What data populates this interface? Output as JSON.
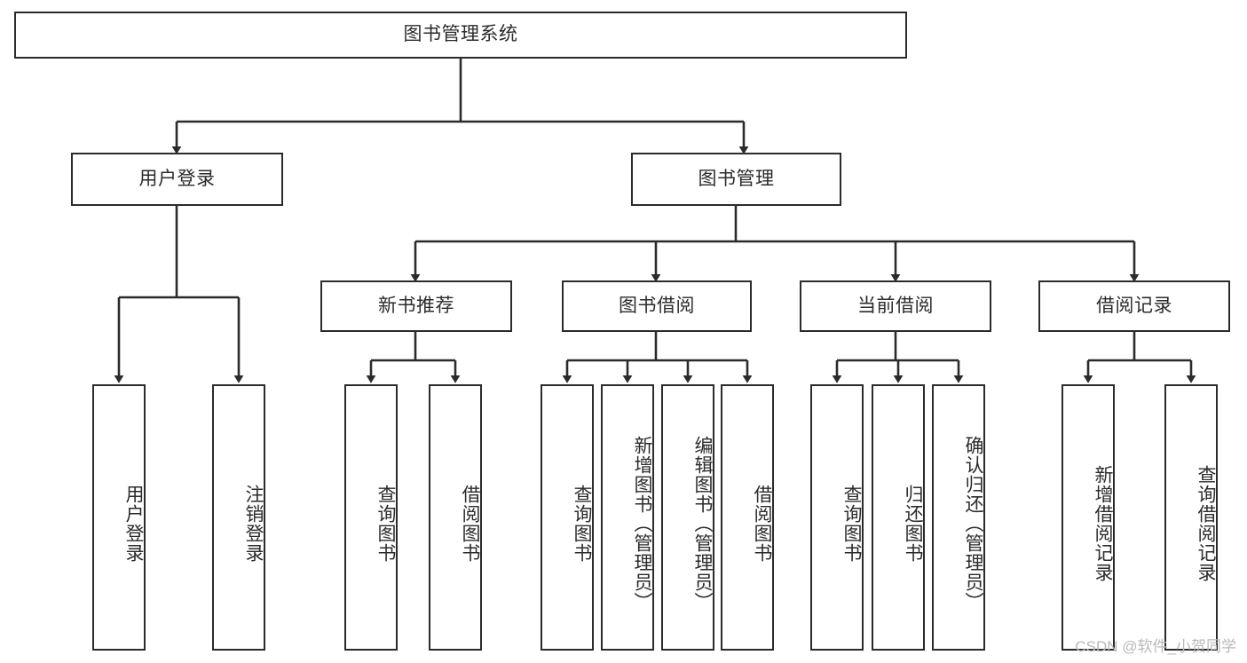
{
  "diagram": {
    "type": "hierarchy-tree",
    "title": "图书管理系统",
    "root": {
      "id": "root",
      "label": "图书管理系统"
    },
    "level1": [
      {
        "id": "user-login",
        "label": "用户登录"
      },
      {
        "id": "book-management",
        "label": "图书管理"
      }
    ],
    "level2": [
      {
        "id": "new-book-recommend",
        "label": "新书推荐",
        "parent": "book-management"
      },
      {
        "id": "book-borrow",
        "label": "图书借阅",
        "parent": "book-management"
      },
      {
        "id": "current-borrow",
        "label": "当前借阅",
        "parent": "book-management"
      },
      {
        "id": "borrow-record",
        "label": "借阅记录",
        "parent": "book-management"
      }
    ],
    "leaves": [
      {
        "id": "leaf-user-login",
        "label": "用户登录",
        "parent": "user-login"
      },
      {
        "id": "leaf-logout",
        "label": "注销登录",
        "parent": "user-login"
      },
      {
        "id": "leaf-query-book-1",
        "label": "查询图书",
        "parent": "new-book-recommend"
      },
      {
        "id": "leaf-borrow-book-1",
        "label": "借阅图书",
        "parent": "new-book-recommend"
      },
      {
        "id": "leaf-query-book-2",
        "label": "查询图书",
        "parent": "book-borrow"
      },
      {
        "id": "leaf-add-book",
        "label": "新增图书（管理员）",
        "parent": "book-borrow"
      },
      {
        "id": "leaf-edit-book",
        "label": "编辑图书（管理员）",
        "parent": "book-borrow"
      },
      {
        "id": "leaf-borrow-book-2",
        "label": "借阅图书",
        "parent": "book-borrow"
      },
      {
        "id": "leaf-query-book-3",
        "label": "查询图书",
        "parent": "current-borrow"
      },
      {
        "id": "leaf-return-book",
        "label": "归还图书",
        "parent": "current-borrow"
      },
      {
        "id": "leaf-confirm-return",
        "label": "确认归还（管理员）",
        "parent": "current-borrow"
      },
      {
        "id": "leaf-add-record",
        "label": "新增借阅记录",
        "parent": "borrow-record"
      },
      {
        "id": "leaf-query-record",
        "label": "查询借阅记录",
        "parent": "borrow-record"
      }
    ]
  },
  "watermark": {
    "text": "CSDN @软件_小贺同学"
  },
  "colors": {
    "stroke": "#2b2b2b",
    "fill": "#ffffff",
    "text": "#2b2b2b",
    "watermark": "#b9b9b9"
  }
}
